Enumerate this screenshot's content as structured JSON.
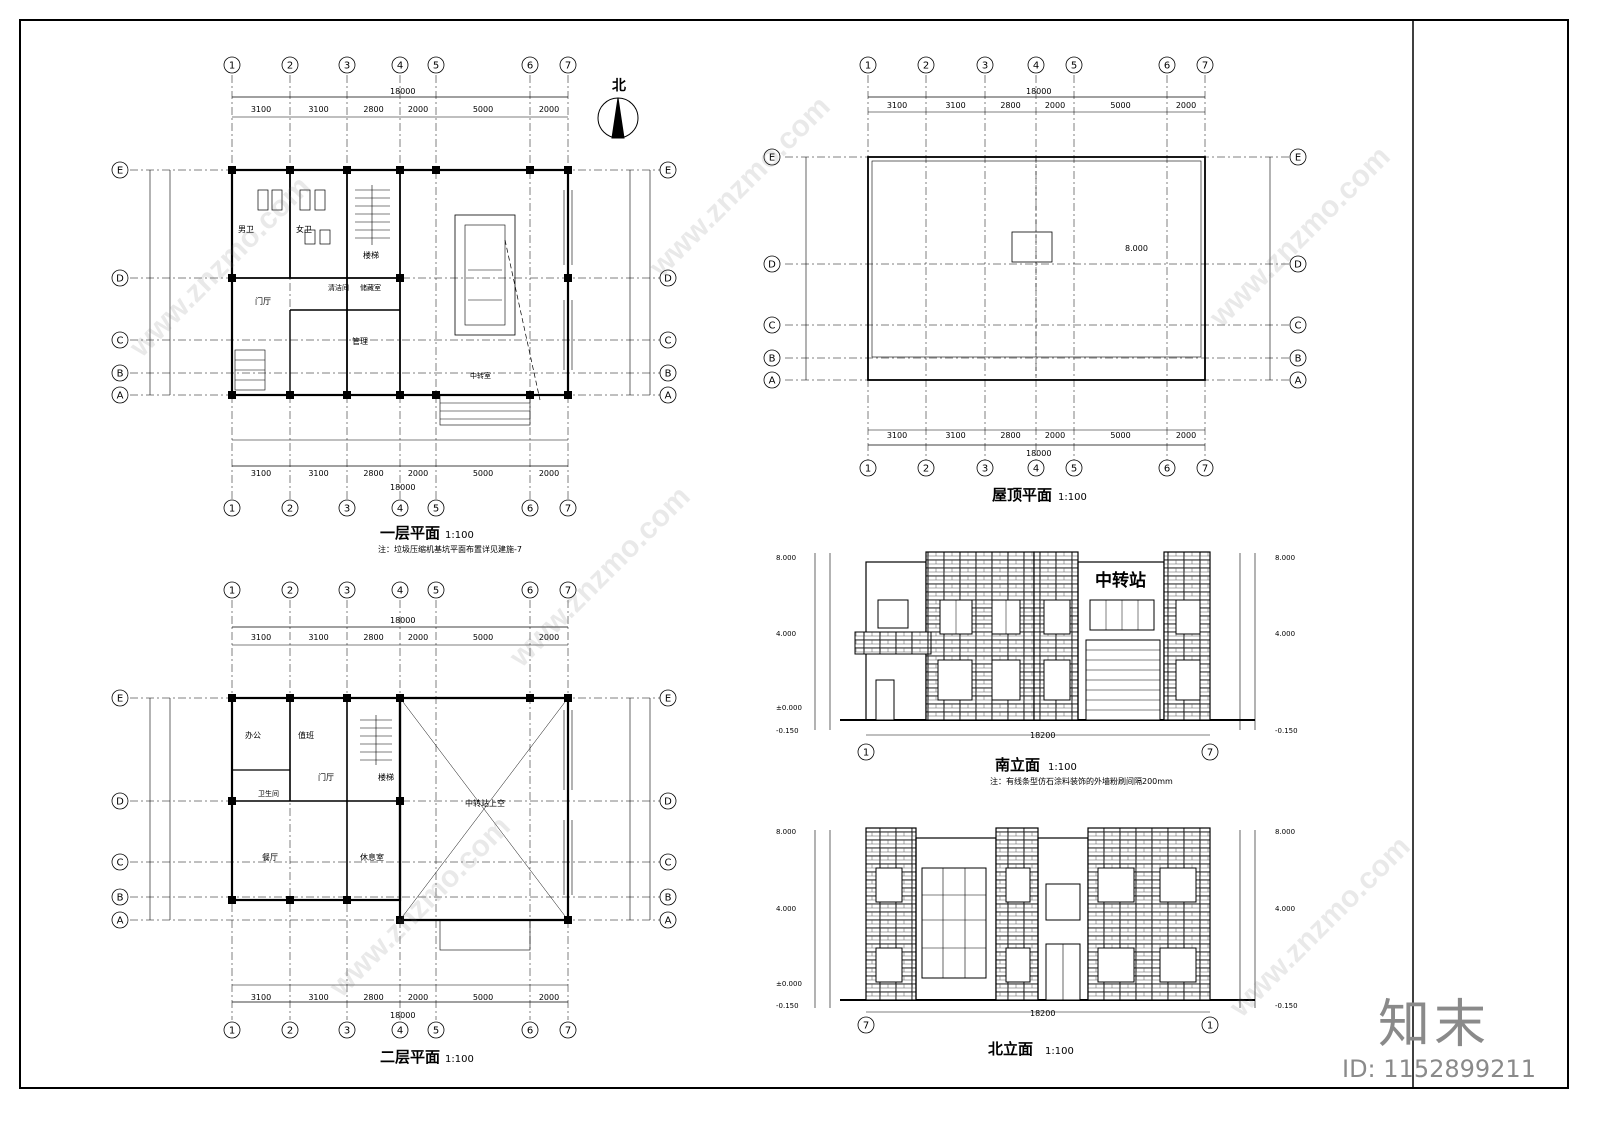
{
  "plans": {
    "first": {
      "title": "一层平面",
      "scale": "1:100",
      "note": "注：垃圾压缩机基坑平面布置详见建施-7",
      "rooms": [
        "男卫",
        "女卫",
        "楼梯",
        "门厅",
        "清洁间",
        "储藏室",
        "管理",
        "中转室"
      ],
      "dims_top": [
        "3100",
        "3100",
        "2800",
        "2000",
        "5000",
        "2000"
      ],
      "total": "18000"
    },
    "second": {
      "title": "二层平面",
      "scale": "1:100",
      "rooms": [
        "办公",
        "值班",
        "门厅",
        "楼梯",
        "餐厅",
        "休息室",
        "中转站上空",
        "卫生间"
      ],
      "dims_top": [
        "3100",
        "3100",
        "2800",
        "2000",
        "5000",
        "2000"
      ],
      "total": "18000"
    },
    "roof": {
      "title": "屋顶平面",
      "scale": "1:100",
      "dims": [
        "3100",
        "3100",
        "2800",
        "2000",
        "5000",
        "2000"
      ],
      "total": "18000",
      "level": "8.000"
    }
  },
  "elevations": {
    "south": {
      "title": "南立面",
      "scale": "1:100",
      "sign": "中转站",
      "note": "注：有线条型仿石涂料装饰的外墙粉刷间隔200mm",
      "width": "18200",
      "levels": [
        "8.000",
        "4.000",
        "±0.000",
        "-0.150"
      ]
    },
    "north": {
      "title": "北立面",
      "scale": "1:100",
      "width": "18200",
      "levels": [
        "8.000",
        "4.000",
        "±0.000",
        "-0.150"
      ]
    }
  },
  "axes": {
    "numbers": [
      "1",
      "2",
      "3",
      "4",
      "5",
      "6",
      "7"
    ],
    "letters": [
      "A",
      "B",
      "C",
      "D",
      "E"
    ]
  },
  "north_arrow": "北",
  "watermark": "www.znzmo.com",
  "logo": {
    "text": "知末",
    "id": "ID: 1152899211"
  }
}
